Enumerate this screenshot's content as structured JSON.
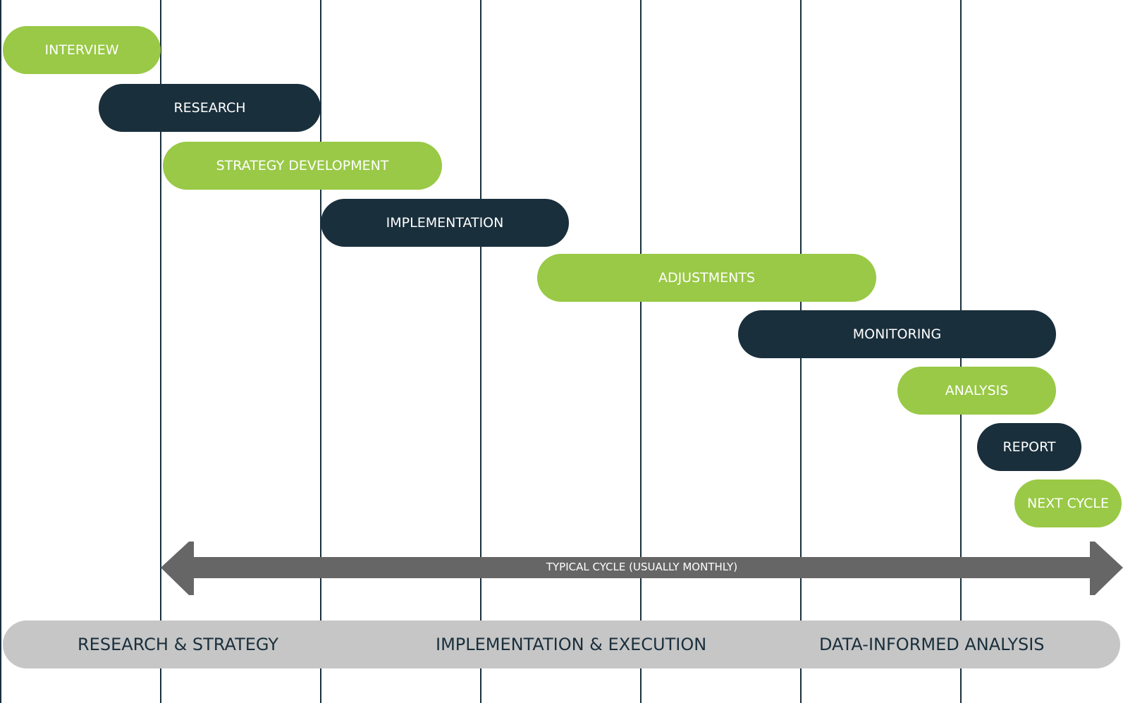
{
  "colors": {
    "green": "#99c946",
    "dark": "#1a2f3c",
    "arrow": "#666666",
    "phase_bar": "#c6c6c6",
    "gridline": "#1a2f3c"
  },
  "steps": [
    {
      "label": "INTERVIEW",
      "color": "green"
    },
    {
      "label": "RESEARCH",
      "color": "dark"
    },
    {
      "label": "STRATEGY DEVELOPMENT",
      "color": "green"
    },
    {
      "label": "IMPLEMENTATION",
      "color": "dark"
    },
    {
      "label": "ADJUSTMENTS",
      "color": "green"
    },
    {
      "label": "MONITORING",
      "color": "dark"
    },
    {
      "label": "ANALYSIS",
      "color": "green"
    },
    {
      "label": "REPORT",
      "color": "dark"
    },
    {
      "label": "NEXT CYCLE",
      "color": "green"
    }
  ],
  "cycle_arrow": {
    "label": "TYPICAL CYCLE (USUALLY MONTHLY)"
  },
  "phases": [
    {
      "label": "RESEARCH & STRATEGY"
    },
    {
      "label": "IMPLEMENTATION & EXECUTION"
    },
    {
      "label": "DATA-INFORMED ANALYSIS"
    }
  ]
}
